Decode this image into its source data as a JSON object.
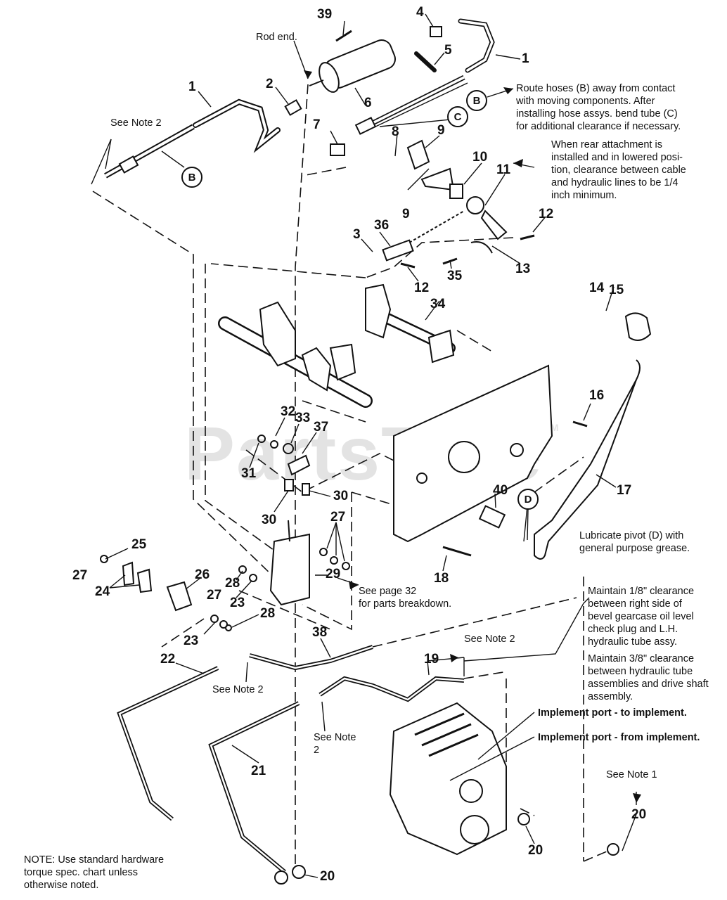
{
  "watermark": {
    "text": "PartsTree",
    "tm": "TM"
  },
  "callouts": {
    "b_left": "B",
    "b_right": "B",
    "c": "C",
    "d": "D"
  },
  "parts": {
    "p39": "39",
    "p4": "4",
    "p5": "5",
    "p1_right": "1",
    "p1_left": "1",
    "p2": "2",
    "p6": "6",
    "p7": "7",
    "p8": "8",
    "p9_a": "9",
    "p9_b": "9",
    "p10": "10",
    "p11": "11",
    "p12_a": "12",
    "p12_b": "12",
    "p13": "13",
    "p3": "3",
    "p36": "36",
    "p35": "35",
    "p34": "34",
    "p14": "14",
    "p15": "15",
    "p16": "16",
    "p17": "17",
    "p32": "32",
    "p33": "33",
    "p37": "37",
    "p31": "31",
    "p30_a": "30",
    "p30_b": "30",
    "p40": "40",
    "p27_a": "27",
    "p27_b": "27",
    "p27_c": "27",
    "p25": "25",
    "p24": "24",
    "p26": "26",
    "p28_a": "28",
    "p28_b": "28",
    "p23_a": "23",
    "p23_b": "23",
    "p29": "29",
    "p18": "18",
    "p38": "38",
    "p19": "19",
    "p22": "22",
    "p21": "21",
    "p20_a": "20",
    "p20_b": "20",
    "p20_c": "20"
  },
  "notes": {
    "rod_end": "Rod end.",
    "see_note2_top": "See Note 2",
    "route_hoses": "Route hoses (B) away from contact\nwith moving components. After\ninstalling hose assys. bend tube (C)\nfor additional clearance if necessary.",
    "rear_attachment": "When rear attachment is\ninstalled and in lowered posi-\ntion, clearance between cable\nand hydraulic lines to be 1/4\ninch minimum.",
    "lubricate": "Lubricate pivot (D) with\ngeneral purpose grease.",
    "see_page": "See page 32\nfor parts breakdown.",
    "maintain_18": "Maintain 1/8\" clearance\nbetween right side of\nbevel gearcase oil level\ncheck plug and L.H.\nhydraulic tube assy.",
    "maintain_38": "Maintain 3/8\" clearance\nbetween hydraulic tube\nassemblies and drive shaft\nassembly.",
    "see_note2_mid": "See Note 2",
    "see_note2_left": "See Note 2",
    "see_note2_low": "See Note\n2",
    "implement_to": "Implement port - to implement.",
    "implement_from": "Implement port - from implement.",
    "see_note1": "See Note 1",
    "note_hw": "NOTE: Use standard hardware\ntorque spec. chart unless\notherwise noted."
  }
}
